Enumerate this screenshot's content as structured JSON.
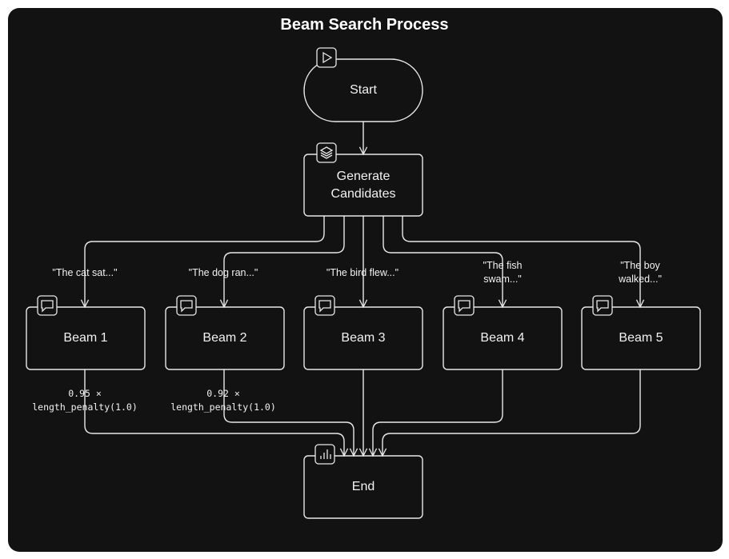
{
  "title": "Beam Search Process",
  "colors": {
    "background": "#121212",
    "stroke": "#e8e8e8",
    "text": "#f2f2f2"
  },
  "nodes": {
    "start": {
      "label": "Start",
      "icon": "play-icon"
    },
    "generate": {
      "label": "Generate\nCandidates",
      "icon": "layers-icon"
    },
    "beam1": {
      "label": "Beam 1",
      "icon": "message-icon"
    },
    "beam2": {
      "label": "Beam 2",
      "icon": "message-icon"
    },
    "beam3": {
      "label": "Beam 3",
      "icon": "message-icon"
    },
    "beam4": {
      "label": "Beam 4",
      "icon": "message-icon"
    },
    "beam5": {
      "label": "Beam 5",
      "icon": "message-icon"
    },
    "end": {
      "label": "End",
      "icon": "bar-chart-icon"
    }
  },
  "edges": {
    "to_beam1": "\"The cat sat...\"",
    "to_beam2": "\"The dog ran...\"",
    "to_beam3": "\"The bird flew...\"",
    "to_beam4": "\"The fish\nswam...\"",
    "to_beam5": "\"The boy\nwalked...\"",
    "beam1_score": "0.95 ×\nlength_penalty(1.0)",
    "beam2_score": "0.92 ×\nlength_penalty(1.0)"
  }
}
